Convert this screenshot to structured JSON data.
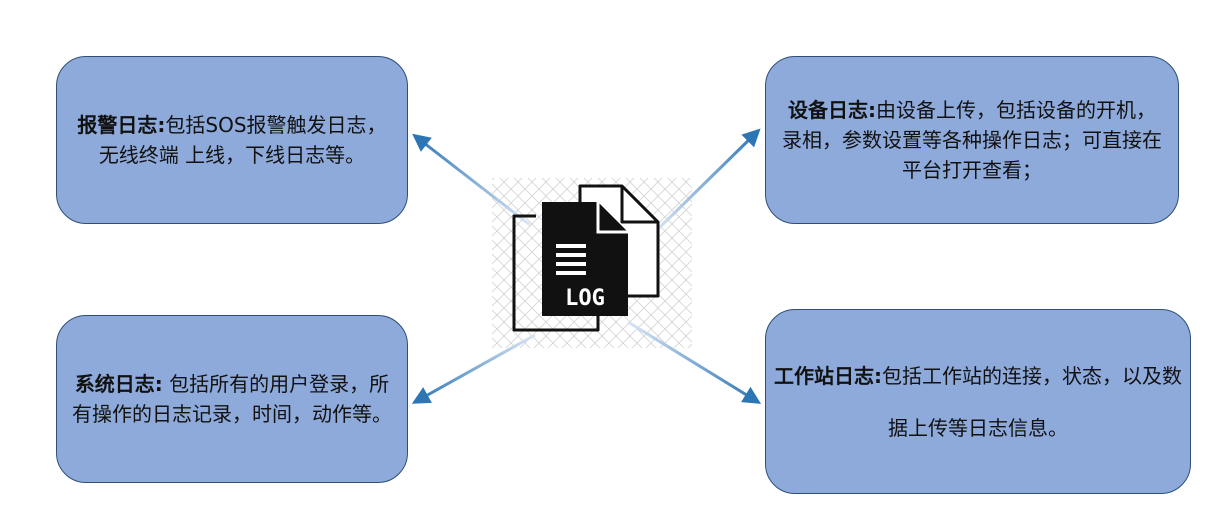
{
  "alarm_log": {
    "title": "报警日志:",
    "text": "包括SOS报警触发日志，无线终端 上线，下线日志等。"
  },
  "device_log": {
    "title": "设备日志:",
    "text": "由设备上传，包括设备的开机，录相，参数设置等各种操作日志；可直接在平台打开查看；"
  },
  "system_log": {
    "title": "系统日志:",
    "text": " 包括所有的用户登录，所有操作的日志记录，时间，动作等。"
  },
  "station_log": {
    "title": "工作站日志:",
    "text": "包括工作站的连接，状态，以及数据上传等日志信息。"
  },
  "center_icon": {
    "name": "log-file-icon",
    "label": "LOG"
  },
  "colors": {
    "box_fill": "#8eaadb",
    "box_border": "#2f4f7a",
    "arrow": "#2e75b6"
  }
}
